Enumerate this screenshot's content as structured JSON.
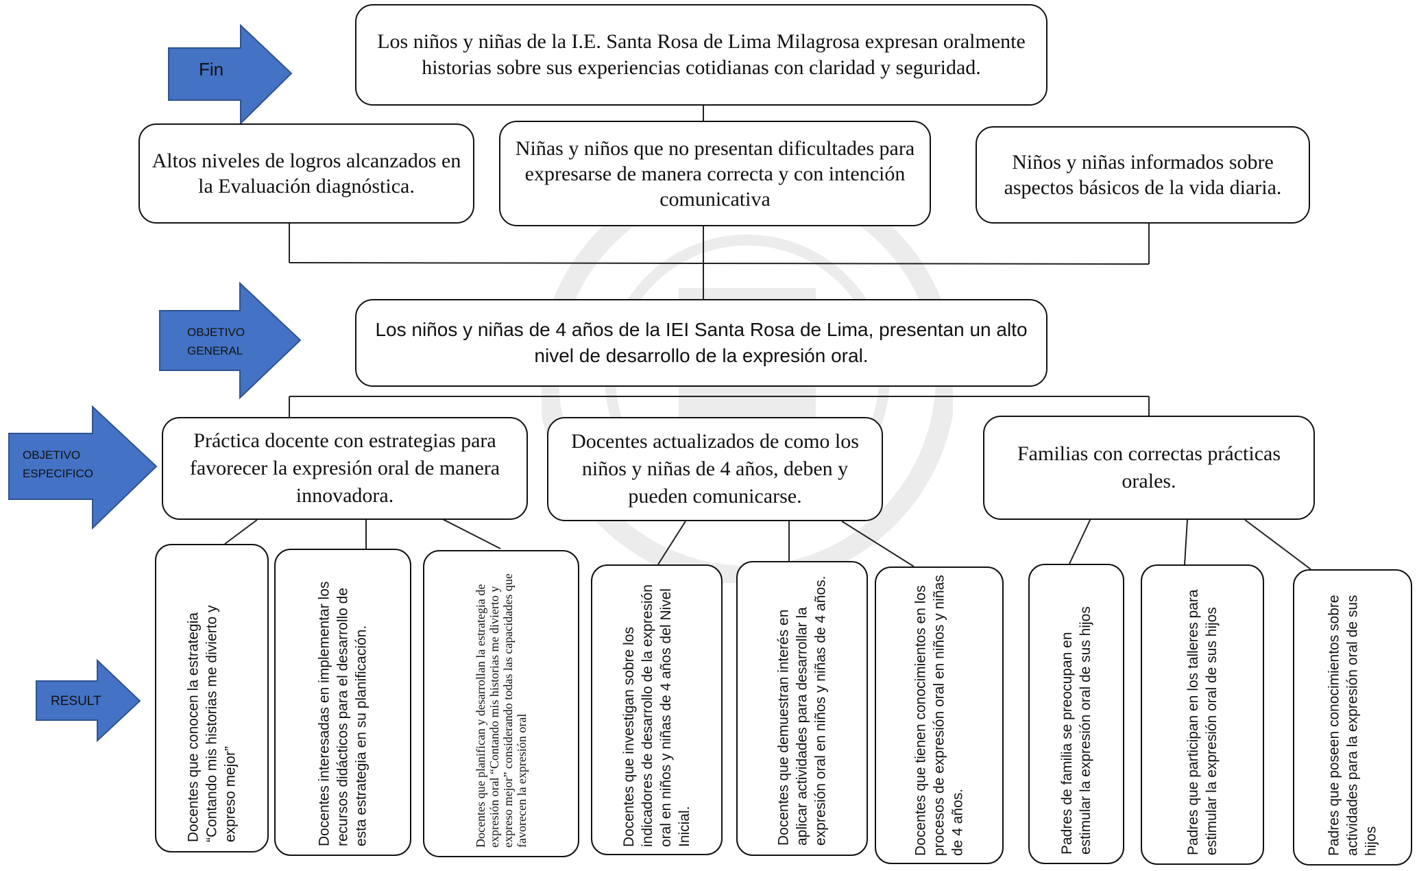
{
  "arrows": {
    "fin": "Fin",
    "objetivo_general": "OBJETIVO GENERAL",
    "objetivo_especifico": "OBJETIVO ESPECIFICO",
    "result": "RESULT",
    "fill_color": "#4472C4",
    "stroke_color": "#2F528F"
  },
  "fin": {
    "text": "Los niños y niñas de la I.E. Santa Rosa de Lima Milagrosa  expresan oralmente historias sobre sus experiencias cotidianas con  claridad y seguridad."
  },
  "intermediate": [
    {
      "text": "Altos niveles de logros alcanzados en la Evaluación diagnóstica."
    },
    {
      "text": "Niñas y niños que no presentan dificultades para expresarse de manera correcta y con intención comunicativa"
    },
    {
      "text": "Niños y niñas informados sobre aspectos básicos de la vida diaria."
    }
  ],
  "objetivo_general": {
    "text": "Los niños y niñas de 4 años de la IEI Santa Rosa de Lima, presentan un alto nivel de desarrollo de la expresión oral."
  },
  "especificos": [
    {
      "text": "Práctica docente con estrategias para favorecer la expresión oral de manera innovadora."
    },
    {
      "text": "Docentes actualizados de como los niños y niñas de 4 años, deben y pueden comunicarse."
    },
    {
      "text": "Familias con correctas prácticas orales."
    }
  ],
  "results": [
    {
      "text": "Docentes que  conocen la estrategia “Contando mis historias me divierto y expreso mejor”"
    },
    {
      "text": "Docentes interesadas en implementar los recursos didácticos para el desarrollo de esta estrategia en su planificación."
    },
    {
      "text": "Docentes que  planifican y desarrollan la estrategia  de expresión oral “Contando mis historias me divierto y expreso mejor” considerando todas las capacidades que favorecen la expresión oral"
    },
    {
      "text": "Docentes que investigan sobre los indicadores de desarrollo de la expresión oral en niños y niñas de 4 años del Nivel Inicial."
    },
    {
      "text": "Docentes  que demuestran interés en aplicar actividades para desarrollar la expresión oral en niños y niñas de 4 años."
    },
    {
      "text": "Docentes que tienen conocimientos en los procesos de expresión oral en niños y niñas de 4 años."
    },
    {
      "text": "Padres  de familia se preocupan en estimular la expresión oral de sus hijos"
    },
    {
      "text": "Padres que participan  en los talleres para estimular la expresión oral  de sus hijos"
    },
    {
      "text": "Padres que poseen  conocimientos sobre  actividades  para  la expresión oral de sus hijos"
    }
  ]
}
